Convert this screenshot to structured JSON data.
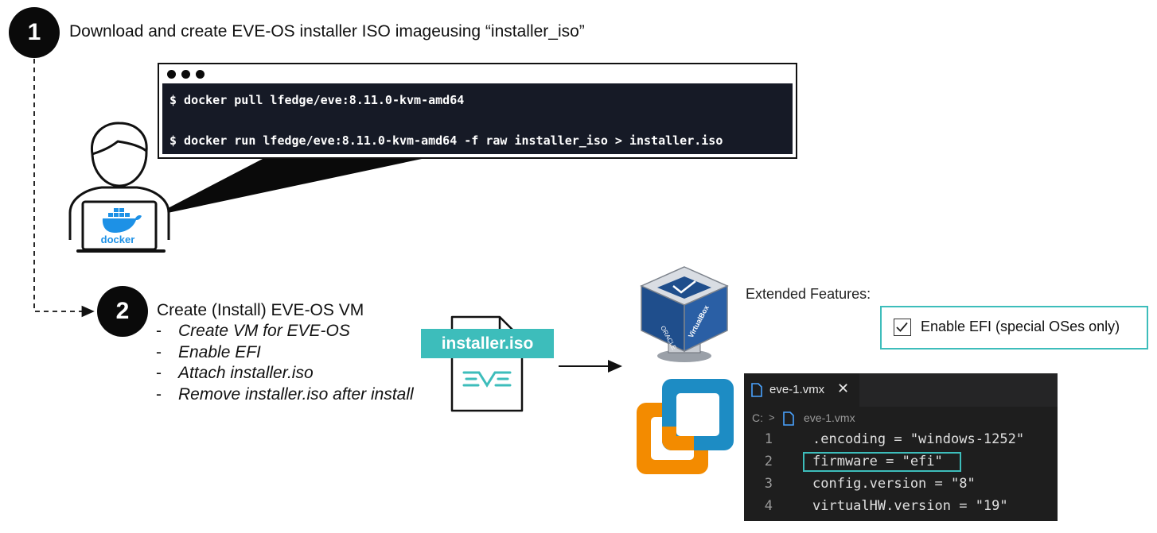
{
  "step1": {
    "number": "1",
    "title": "Download and create EVE-OS installer ISO imageusing “installer_iso”"
  },
  "terminal": {
    "commands": [
      "$ docker pull lfedge/eve:8.11.0-kvm-amd64",
      "$ docker run lfedge/eve:8.11.0-kvm-amd64 -f raw installer_iso > installer.iso"
    ]
  },
  "laptop": {
    "logo_text": "docker",
    "icon": "docker-whale-icon"
  },
  "step2": {
    "number": "2",
    "title": "Create (Install) EVE-OS VM",
    "bullets": [
      "Create VM for EVE-OS",
      "Enable EFI",
      "Attach installer.iso",
      "Remove installer.iso after install"
    ]
  },
  "iso_file": {
    "label": "installer.iso",
    "icon": "eve-logo-icon"
  },
  "virtualbox": {
    "icon": "virtualbox-cube-icon",
    "logo_words": [
      "ORACLE",
      "VirtualBox"
    ],
    "extended_features_label": "Extended Features:",
    "efi_checkbox_label": "Enable EFI (special OSes only)",
    "efi_checked": true
  },
  "vmware": {
    "icon": "vmware-workstation-icon"
  },
  "editor": {
    "tab_label": "eve-1.vmx",
    "breadcrumb_drive": "C:",
    "breadcrumb_file": "eve-1.vmx",
    "lines": [
      {
        "num": "1",
        "text": ".encoding = \"windows-1252\""
      },
      {
        "num": "2",
        "text": "firmware = \"efi\""
      },
      {
        "num": "3",
        "text": "config.version = \"8\""
      },
      {
        "num": "4",
        "text": "virtualHW.version = \"19\""
      }
    ],
    "highlighted_line": 2
  },
  "colors": {
    "accent": "#3dbdbb",
    "terminal_bg": "#161a26",
    "editor_bg": "#1e1e1e",
    "step_circle": "#0a0a0a",
    "docker_blue": "#1d91e6",
    "vmware_blue": "#1d8cc4",
    "vmware_orange": "#f38b00"
  }
}
